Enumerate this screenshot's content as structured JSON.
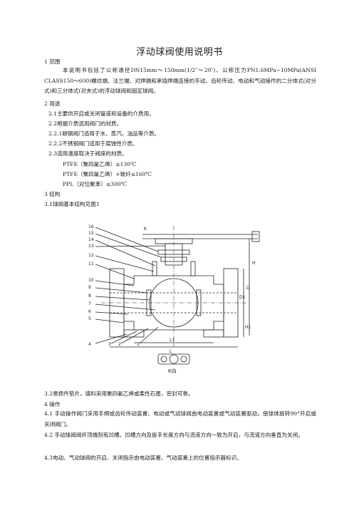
{
  "title": "浮动球阀使用说明书",
  "sections": {
    "s1_heading": "1  范围",
    "s1_body": "本说明书包括了公称通径DN15mm～150mm(1/2″～20″)、公称压力PN1.6MPa~10MPa(ANSI CLASS150～600)螺纹端、法兰端、对焊端和承插焊端连接的手动、齿轮传动、电动和气动操作的二分体式(对分式)和三分体式(对夹式)的浮动球阀和固定球阀。",
    "s2_heading": "2  用途",
    "s2_1": "2.1主要供开启或关闭管道和设备的介质用。",
    "s2_2": "2.2根据介质选用阀门的材质。",
    "s2_2_1": "2.2.1碳钢阀门适用于水、蒸汽、油品等介质。",
    "s2_2_2": "2.2.2不锈钢阀门适用于腐蚀性介质。",
    "s2_3": "2.3适用温度取决于阀座的材质。",
    "temp_1": "PTFE（聚四氟乙烯）≤130℃",
    "temp_2": "PTFE（聚四氟乙烯）+玻纤≤160℃",
    "temp_3": "PPL（对位聚苯）≤300℃",
    "s3_heading": "3  结构",
    "s3_1": "3.1球阀基本结构见图1",
    "s3_2": "3.2易损件垫片，填料采用聚四氟乙烯或柔性石墨，密封可靠。",
    "s4_heading": "4  操作",
    "s4_1": "4.1 手动操作阀门采用手柄或齿轮传动装置、电动或气动球阀由电动装置或气动装置驱动，使球体旋转90°开启或关闭阀门。",
    "s4_2": "4.2 手动球阀阀杆顶端刻有凹槽。凹槽方向及扳手长度方向与流道方向一致为开启，与流道方向垂直为关闭。",
    "s4_3": "4.3电动、气动球阀的开启、关闭指示由电动装置、气动装置上的位置指示器标识。"
  },
  "figure": {
    "part_numbers": [
      "16",
      "15",
      "14",
      "13",
      "12",
      "11",
      "10",
      "9",
      "8",
      "7",
      "6",
      "5",
      "4",
      "3",
      "2",
      "1"
    ],
    "view_label": "K向",
    "k_mark": "K",
    "dims": [
      "D",
      "D1",
      "L",
      "L1",
      "H",
      "H1"
    ]
  }
}
